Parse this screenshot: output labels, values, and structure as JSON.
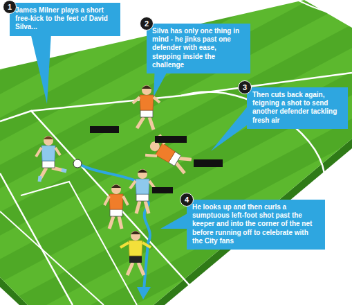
{
  "diagram": {
    "nodes": [
      {
        "text": [
          "James Milner plays a short free-kick to the feet of David Silva..."
        ]
      },
      {
        "text": [
          "Silva has only one thing in mind - he jinks past one defender with ease, stepping inside the challenge"
        ]
      },
      {
        "text": [
          "Then cuts back again, feigning a shot to send another defender tackling fresh air"
        ]
      },
      {
        "text": [
          "He looks up and then curls a sumptuous left-foot shot past the keeper and into the corner of the net before running off to celebrate with the City fans"
        ]
      }
    ],
    "labels": [
      "1",
      "2",
      "3",
      "4"
    ]
  }
}
